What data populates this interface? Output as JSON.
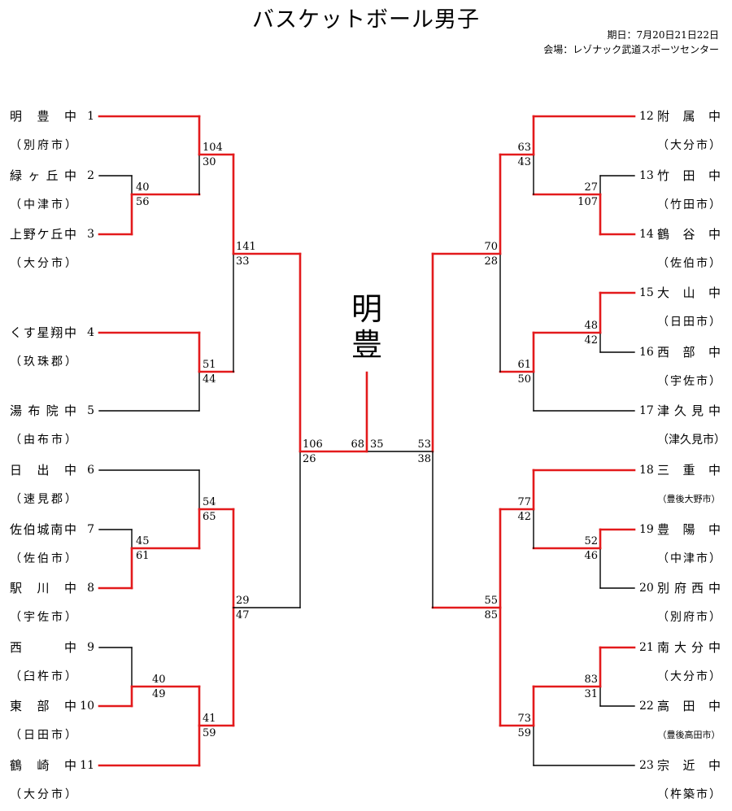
{
  "title": "バスケットボール男子",
  "dates": "期日：7月20日21日22日",
  "venue": "会場：レゾナック武道スポーツセンター",
  "winner": [
    "明",
    "豊"
  ],
  "colors": {
    "winner_path": "#e31a1c",
    "line": "#000000"
  },
  "left_teams": [
    {
      "seed": "1",
      "name": "明　豊　中",
      "city": "（別府市）"
    },
    {
      "seed": "2",
      "name": "緑ヶ丘中",
      "city": "（中津市）"
    },
    {
      "seed": "3",
      "name": "上野ケ丘中",
      "city": "（大分市）"
    },
    {
      "seed": "4",
      "name": "くす星翔中",
      "city": "（玖珠郡）"
    },
    {
      "seed": "5",
      "name": "湯布院中",
      "city": "（由布市）"
    },
    {
      "seed": "6",
      "name": "日　出　中",
      "city": "（速見郡）"
    },
    {
      "seed": "7",
      "name": "佐伯城南中",
      "city": "（佐伯市）"
    },
    {
      "seed": "8",
      "name": "駅　川　中",
      "city": "（宇佐市）"
    },
    {
      "seed": "9",
      "name": "西　　中",
      "city": "（臼杵市）"
    },
    {
      "seed": "10",
      "name": "東　部　中",
      "city": "（日田市）"
    },
    {
      "seed": "11",
      "name": "鶴　崎　中",
      "city": "（大分市）"
    }
  ],
  "right_teams": [
    {
      "seed": "12",
      "name": "附　属　中",
      "city": "（大分市）"
    },
    {
      "seed": "13",
      "name": "竹　田　中",
      "city": "（竹田市）"
    },
    {
      "seed": "14",
      "name": "鶴　谷　中",
      "city": "（佐伯市）"
    },
    {
      "seed": "15",
      "name": "大　山　中",
      "city": "（日田市）"
    },
    {
      "seed": "16",
      "name": "西　部　中",
      "city": "（宇佐市）"
    },
    {
      "seed": "17",
      "name": "津久見中",
      "city": "（津久見市）"
    },
    {
      "seed": "18",
      "name": "三　重　中",
      "city": "（豊後大野市）"
    },
    {
      "seed": "19",
      "name": "豊　陽　中",
      "city": "（中津市）"
    },
    {
      "seed": "20",
      "name": "別府西中",
      "city": "（別府市）"
    },
    {
      "seed": "21",
      "name": "南大分中",
      "city": "（大分市）"
    },
    {
      "seed": "22",
      "name": "高　田　中",
      "city": "（豊後高田市）"
    },
    {
      "seed": "23",
      "name": "宗　近　中",
      "city": "（杵築市）"
    }
  ],
  "scores": {
    "g2_3": [
      "40",
      "56"
    ],
    "g1_23": [
      "104",
      "30"
    ],
    "g4_5": [
      "51",
      "44"
    ],
    "qf_left_top": [
      "141",
      "33"
    ],
    "g7_8": [
      "45",
      "61"
    ],
    "g6_78": [
      "54",
      "65"
    ],
    "g9_10": [
      "40",
      "49"
    ],
    "g910_11": [
      "41",
      "59"
    ],
    "qf_left_bottom": [
      "29",
      "47"
    ],
    "sf_left": [
      "106",
      "26"
    ],
    "final": [
      "68",
      "35"
    ],
    "sf_right": [
      "53",
      "38"
    ],
    "g13_14": [
      "27",
      "107"
    ],
    "g12_1314": [
      "63",
      "43"
    ],
    "g15_16": [
      "48",
      "42"
    ],
    "g1516_17": [
      "61",
      "50"
    ],
    "qf_right_top": [
      "70",
      "28"
    ],
    "g19_20": [
      "52",
      "46"
    ],
    "g18_1920": [
      "77",
      "42"
    ],
    "g21_22": [
      "83",
      "31"
    ],
    "g2122_23": [
      "73",
      "59"
    ],
    "qf_right_bottom": [
      "55",
      "85"
    ]
  }
}
